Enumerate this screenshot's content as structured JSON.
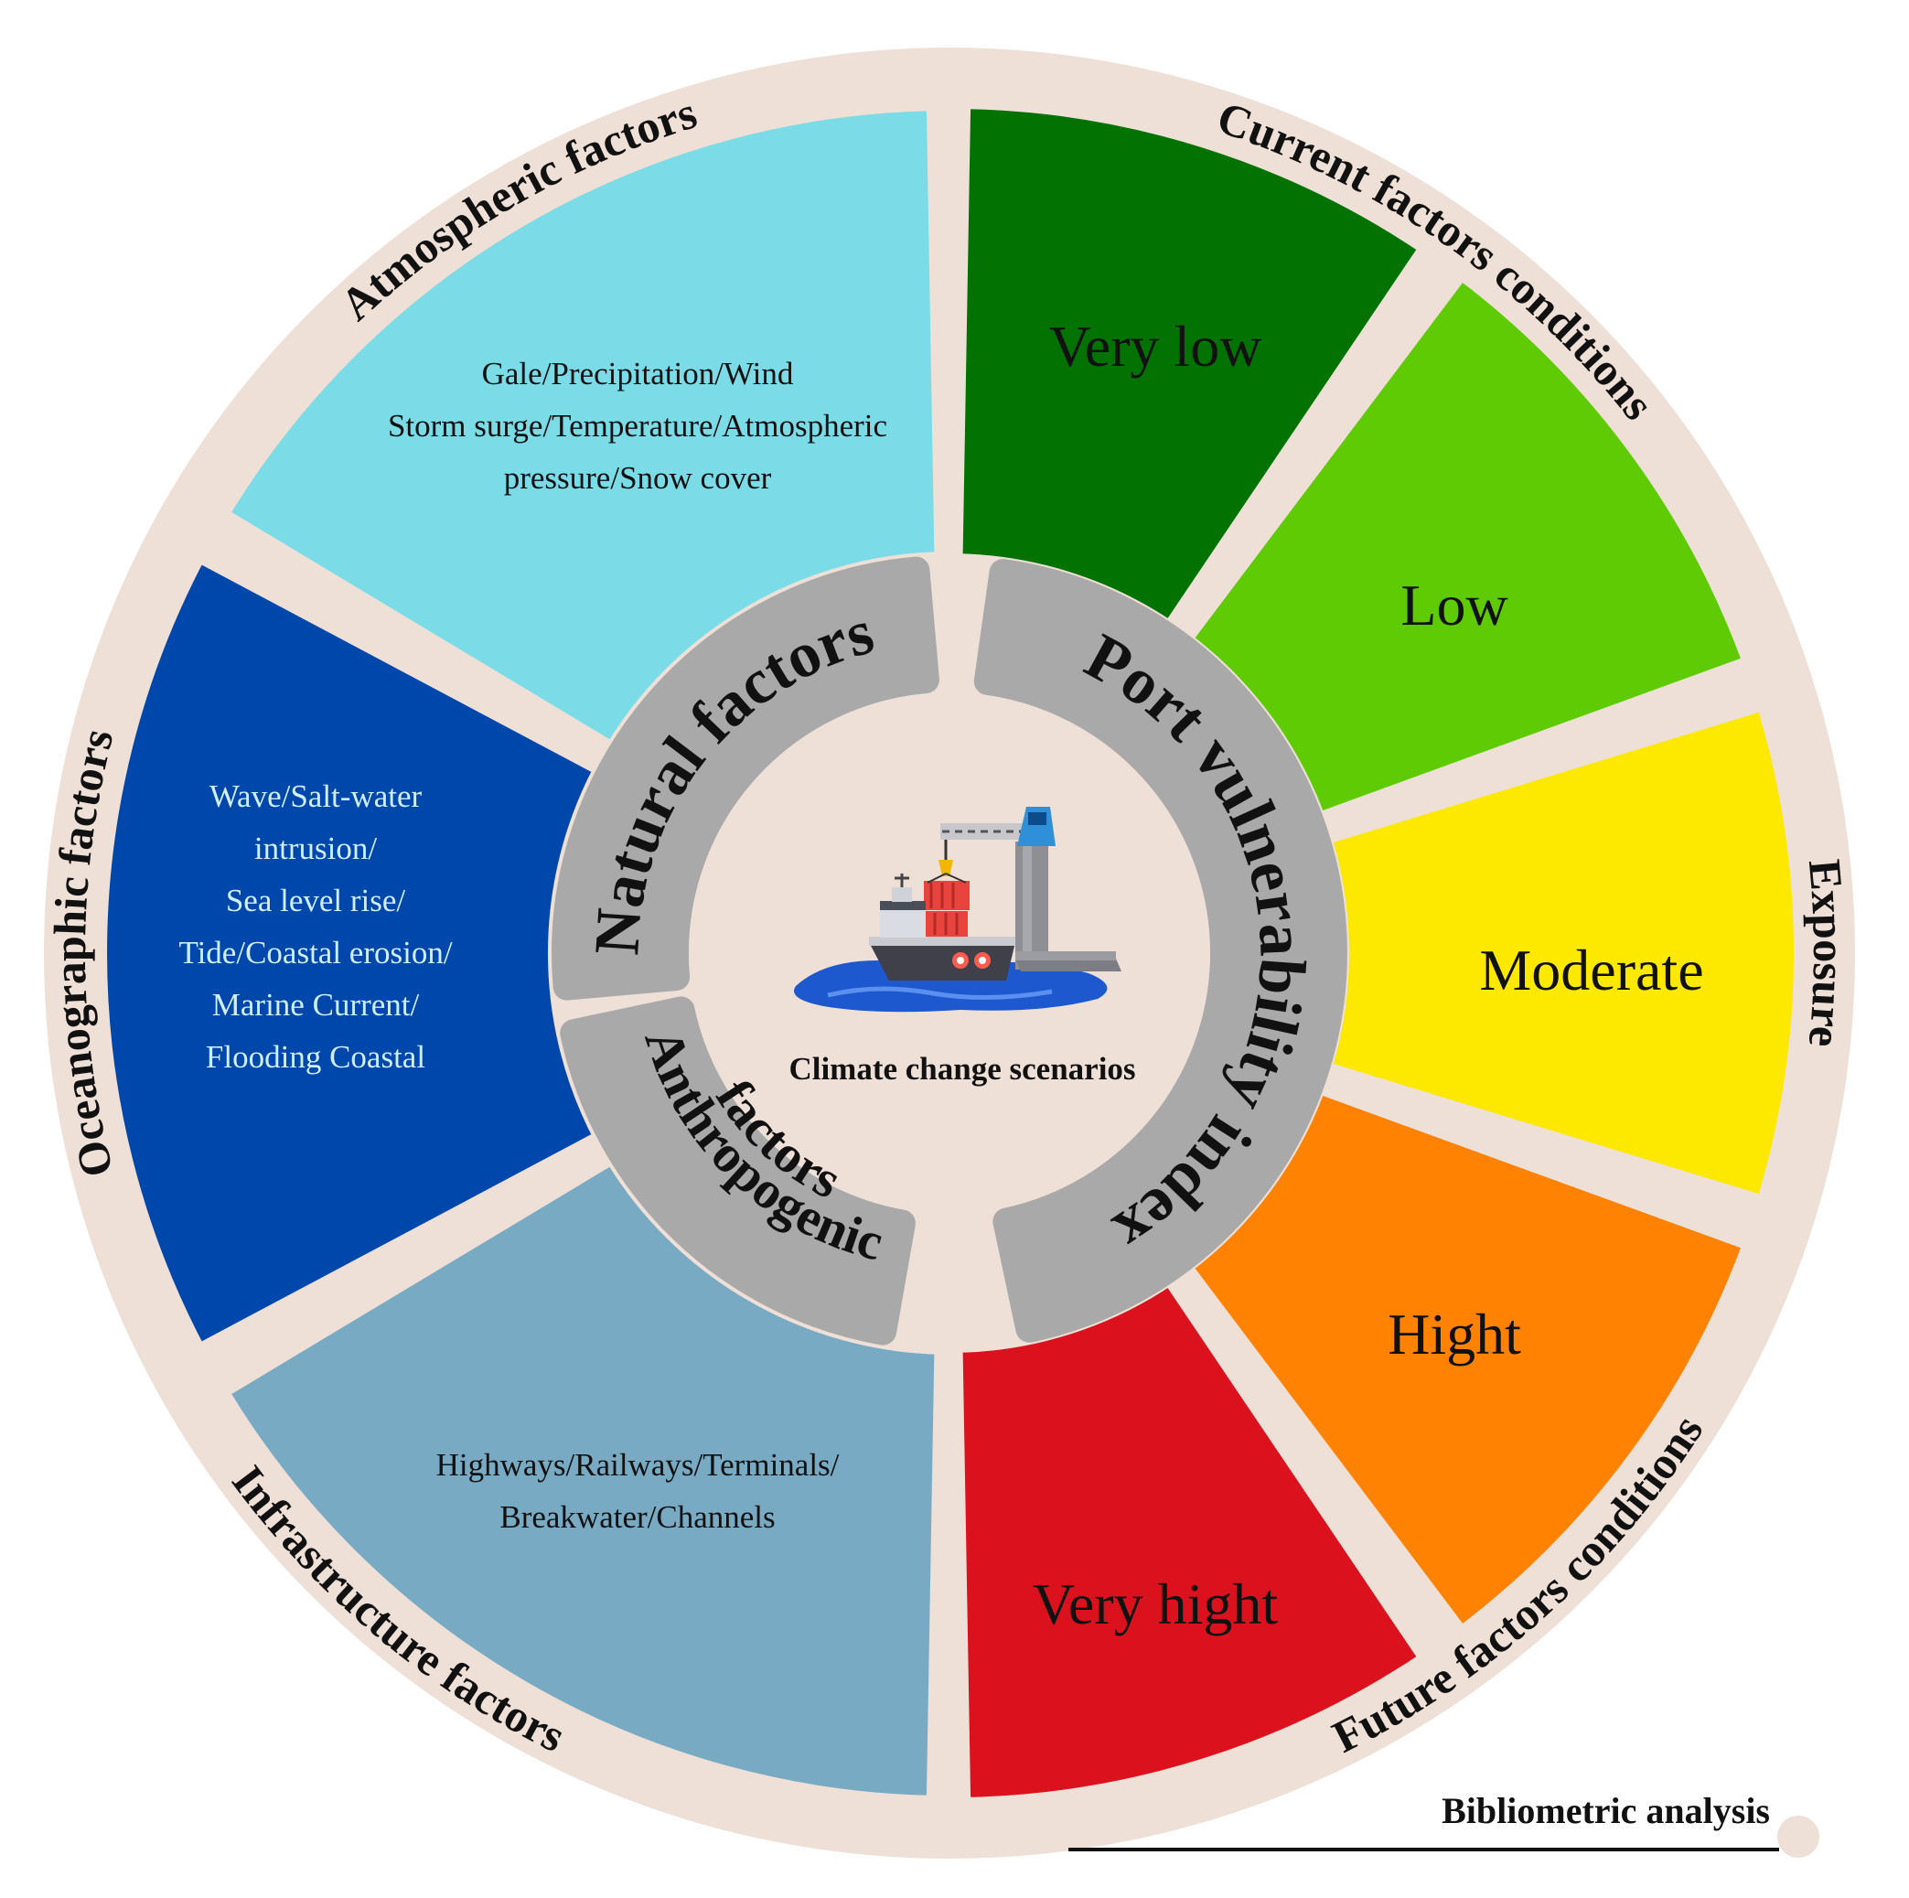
{
  "outer_ring": {
    "atmospheric_title": "Atmospheric factors",
    "oceanographic_title": "Oceanographic factors",
    "infrastructure_title": "Infrastructure factors",
    "current_title": "Current factors conditions",
    "exposure_title": "Exposure",
    "future_title": "Future factors conditions"
  },
  "factor_segments": [
    {
      "key": "atmospheric",
      "color": "#7bdce8",
      "text_color": "#111111",
      "lines": [
        "Gale/Precipitation/Wind",
        "Storm surge/Temperature/Atmospheric",
        "pressure/Snow cover"
      ]
    },
    {
      "key": "oceanographic",
      "color": "#0047ab",
      "text_color": "#cfeeff",
      "lines": [
        "Wave/Salt-water",
        "intrusion/",
        "Sea level rise/",
        "Tide/Coastal erosion/",
        "Marine Current/",
        "Flooding Coastal"
      ]
    },
    {
      "key": "infrastructure",
      "color": "#79aac4",
      "text_color": "#111111",
      "lines": [
        "Highways/Railways/Terminals/",
        "Breakwater/Channels"
      ]
    }
  ],
  "levels": [
    {
      "label": "Very low",
      "color": "#027302"
    },
    {
      "label": "Low",
      "color": "#5ecb04"
    },
    {
      "label": "Moderate",
      "color": "#fde800"
    },
    {
      "label": "Hight",
      "color": "#ff8203"
    },
    {
      "label": "Very hight",
      "color": "#db121e"
    }
  ],
  "inner_ring": {
    "natural": "Natural factors",
    "anthropogenic_line1": "Anthropogenic",
    "anthropogenic_line2": "factors",
    "index": "Port vulnerability index"
  },
  "center": {
    "caption": "Climate change scenarios",
    "icon": "port-crane-ship-icon"
  },
  "footer": {
    "label": "Bibliometric analysis"
  },
  "colors": {
    "ring_background": "#eee0d6",
    "inner_arc": "#a9a9a9",
    "center_disc": "#eee0d6"
  }
}
